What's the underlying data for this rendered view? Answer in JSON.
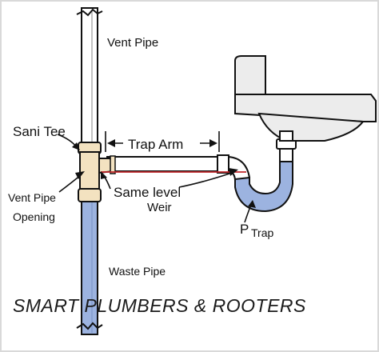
{
  "labels": {
    "vent_pipe": "Vent Pipe",
    "sani_tee": "Sani Tee",
    "trap_arm": "Trap Arm",
    "same_level": "Same level",
    "weir": "Weir",
    "vent_pipe_opening_line1": "Vent Pipe",
    "vent_pipe_opening_line2": "Opening",
    "p_trap_p": "P",
    "p_trap_trap": "Trap",
    "waste_pipe": "Waste Pipe"
  },
  "footer": "SMART PLUMBERS & ROOTERS",
  "colors": {
    "water": "#9cb3e0",
    "level_line": "#c0282c",
    "fitting": "#f3e2c0",
    "outline": "#111111",
    "sink": "#ececec"
  }
}
